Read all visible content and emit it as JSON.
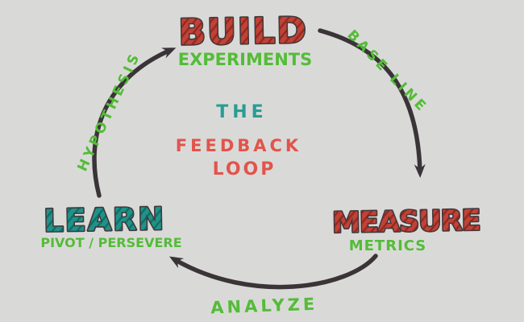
{
  "title": {
    "line1": "THE",
    "line2": "FEEDBACK",
    "line3": "LOOP"
  },
  "nodes": {
    "build": {
      "label": "BUILD",
      "sublabel": "EXPERIMENTS"
    },
    "measure": {
      "label": "MEASURE",
      "sublabel": "METRICS"
    },
    "learn": {
      "label": "LEARN",
      "sublabel": "PIVOT / PERSEVERE"
    }
  },
  "edges": {
    "baseline": {
      "label": "BASE LINE",
      "from": "BUILD",
      "to": "MEASURE"
    },
    "analyze": {
      "label": "ANALYZE",
      "from": "MEASURE",
      "to": "LEARN"
    },
    "hypothesis": {
      "label": "HYPOTHESIS",
      "from": "LEARN",
      "to": "BUILD"
    }
  },
  "colors": {
    "background": "#d9dad8",
    "arrow_stroke": "#3a3438",
    "green_label": "#54bc37",
    "red_bubble_fill": "#c14237",
    "red_bubble_hatch": "#93291f",
    "teal_bubble_fill": "#1f9389",
    "teal_bubble_hatch": "#0e6e66",
    "bubble_outline": "#44383b",
    "title_teal": "#2b9c93",
    "title_red": "#e2544b"
  }
}
